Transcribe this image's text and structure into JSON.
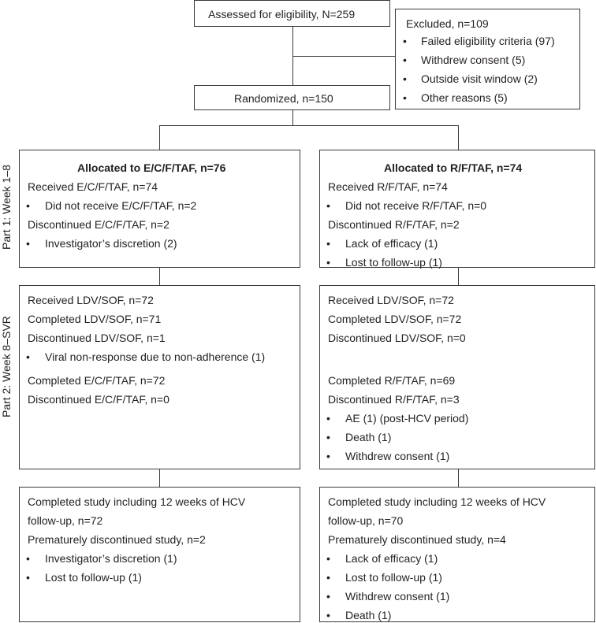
{
  "assessed": "Assessed for eligibility, N=259",
  "excluded": {
    "title": "Excluded, n=109",
    "items": [
      "Failed eligibility criteria (97)",
      "Withdrew consent (5)",
      "Outside visit window (2)",
      "Other reasons (5)"
    ]
  },
  "randomized": "Randomized, n=150",
  "side_labels": {
    "part1": "Part 1: Week 1–8",
    "part2": "Part 2: Week 8–SVR"
  },
  "bullet": "•",
  "left": {
    "part1": {
      "title": "Allocated to E/C/F/TAF, n=76",
      "received": "Received E/C/F/TAF, n=74",
      "not_received": "Did not receive E/C/F/TAF, n=2",
      "discontinued": "Discontinued E/C/F/TAF, n=2",
      "reasons": [
        "Investigator’s discretion (2)"
      ]
    },
    "part2": {
      "received": "Received LDV/SOF, n=72",
      "completed": "Completed LDV/SOF, n=71",
      "discontinued": "Discontinued LDV/SOF, n=1",
      "reason": "Viral non-response due to non-adherence (1)",
      "completed2": "Completed E/C/F/TAF, n=72",
      "discontinued2": "Discontinued E/C/F/TAF, n=0"
    },
    "final": {
      "completed_line1": "Completed study including 12 weeks of HCV",
      "completed_line2": "follow-up, n=72",
      "premature": "Prematurely discontinued study, n=2",
      "reasons": [
        "Investigator’s discretion (1)",
        "Lost to follow-up (1)"
      ]
    }
  },
  "right": {
    "part1": {
      "title": "Allocated to R/F/TAF, n=74",
      "received": "Received R/F/TAF, n=74",
      "not_received": "Did not receive R/F/TAF, n=0",
      "discontinued": "Discontinued R/F/TAF, n=2",
      "reasons": [
        "Lack of efficacy (1)",
        "Lost to follow-up (1)"
      ]
    },
    "part2": {
      "received": "Received LDV/SOF, n=72",
      "completed": "Completed LDV/SOF, n=72",
      "discontinued": "Discontinued LDV/SOF, n=0",
      "completed2": "Completed R/F/TAF, n=69",
      "discontinued2": "Discontinued R/F/TAF, n=3",
      "reasons": [
        "AE (1) (post-HCV period)",
        "Death (1)",
        "Withdrew consent (1)"
      ]
    },
    "final": {
      "completed_line1": "Completed study including 12 weeks of HCV",
      "completed_line2": "follow-up, n=70",
      "premature": "Prematurely discontinued study, n=4",
      "reasons": [
        "Lack of efficacy (1)",
        "Lost to follow-up (1)",
        "Withdrew consent (1)",
        "Death (1)"
      ]
    }
  }
}
